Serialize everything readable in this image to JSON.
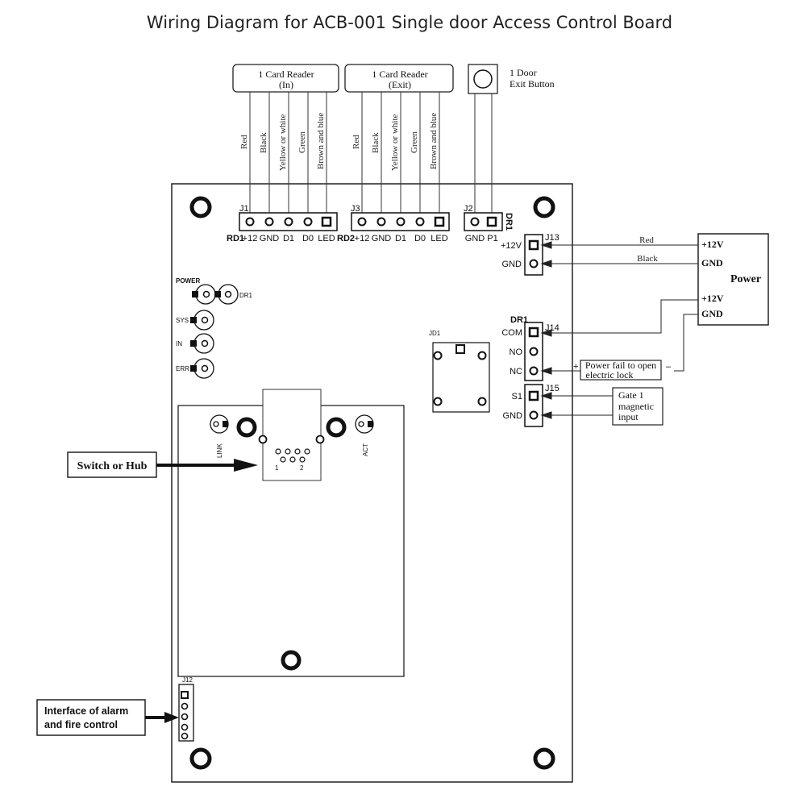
{
  "title": "Wiring Diagram for ACB-001 Single door Access Control Board",
  "readers": [
    {
      "label_line1": "1 Card Reader",
      "label_line2": "(In)",
      "connector": "J1",
      "prefix": "RD1",
      "pins": [
        "+12",
        "GND",
        "D1",
        "D0",
        "LED"
      ]
    },
    {
      "label_line1": "1 Card Reader",
      "label_line2": "(Exit)",
      "connector": "J3",
      "prefix": "RD2",
      "pins": [
        "+12",
        "GND",
        "D1",
        "D0",
        "LED"
      ]
    }
  ],
  "wire_colors": [
    "Red",
    "Black",
    "Yellow or white",
    "Green",
    "Brown and blue"
  ],
  "exit_button": {
    "line1": "1 Door",
    "line2": "Exit Button",
    "connector": "J2",
    "pins": [
      "GND",
      "P1"
    ],
    "tag": "DR1"
  },
  "power_block": {
    "connector": "J13",
    "pins": [
      "+12V",
      "GND"
    ],
    "wires": [
      "Red",
      "Black"
    ],
    "title": "Power",
    "terms": [
      "+12V",
      "GND",
      "+12V",
      "GND"
    ]
  },
  "relay_block": {
    "header": "DR1",
    "connector": "J14",
    "pins": [
      "COM",
      "NO",
      "NC"
    ],
    "lock_line1": "Power fail to open",
    "lock_line2": "electric lock",
    "plus": "+",
    "minus": "–"
  },
  "gate_block": {
    "connector": "J15",
    "pins": [
      "S1",
      "GND"
    ],
    "line1": "Gate 1",
    "line2": "magnetic",
    "line3": "input"
  },
  "leds": [
    {
      "name": "POWER"
    },
    {
      "name": "DR1"
    },
    {
      "name": "SYS"
    },
    {
      "name": "IN"
    },
    {
      "name": "ERR"
    }
  ],
  "relay_label": "JD1",
  "network": {
    "box": "Switch or Hub",
    "link": "LINK",
    "act": "ACT",
    "pin1": "1",
    "pin2": "2"
  },
  "alarm": {
    "connector": "J12",
    "line1": "Interface of alarm",
    "line2": "and fire control"
  }
}
